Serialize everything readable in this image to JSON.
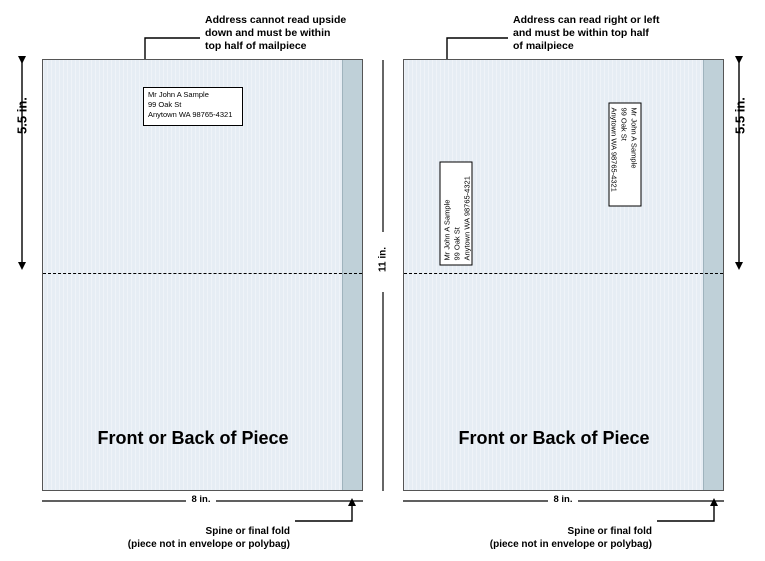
{
  "left_panel": {
    "callout": [
      "Address cannot read upside",
      "down and must be within",
      "top half of mailpiece"
    ],
    "address": [
      "Mr John A Sample",
      "99 Oak St",
      "Anytown WA 98765-4321"
    ],
    "height_label": "5.5 in.",
    "title": "Front or Back of Piece",
    "width_label": "8 in.",
    "spine_note": [
      "Spine or final fold",
      "(piece not in envelope or polybag)"
    ]
  },
  "center": {
    "height_label": "11 in."
  },
  "right_panel": {
    "callout": [
      "Address can read right or left",
      "and must be within top half",
      "of mailpiece"
    ],
    "address_ccw": [
      "Mr John A Sample",
      "99 Oak St",
      "Anytown WA 98765-4321"
    ],
    "address_cw": [
      "Mr John A Sample",
      "99 Oak St",
      "Anytown WA 98765-4321"
    ],
    "height_label": "5.5 in.",
    "title": "Front or Back of Piece",
    "width_label": "8 in.",
    "spine_note": [
      "Spine or final fold",
      "(piece not in envelope or polybag)"
    ]
  }
}
